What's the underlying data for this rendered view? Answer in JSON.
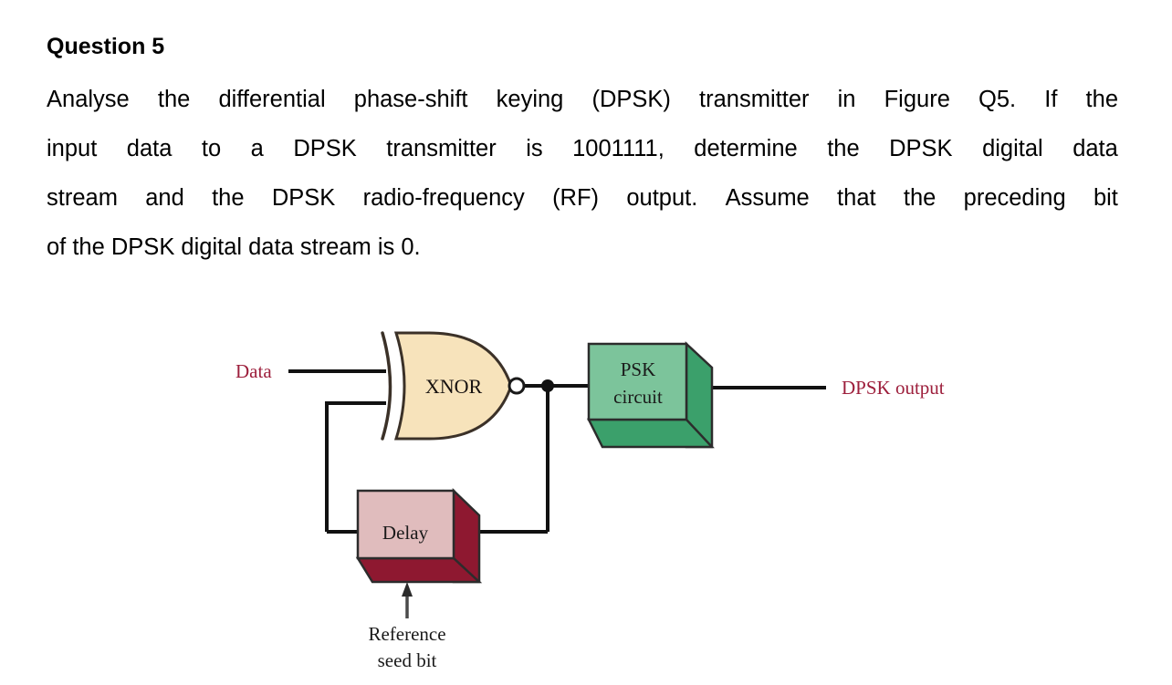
{
  "page": {
    "background": "#ffffff"
  },
  "question": {
    "heading": "Question 5",
    "body_lines": [
      "Analyse the differential phase-shift keying (DPSK) transmitter in Figure Q5. If the",
      "input data to a DPSK transmitter is 1001111, determine the DPSK digital data",
      "stream and the DPSK radio-frequency (RF) output. Assume that the preceding bit",
      "of the DPSK digital data stream is 0."
    ],
    "body_words": [
      [
        "Analyse",
        "the",
        "differential",
        "phase-shift",
        "keying",
        "(DPSK)",
        "transmitter",
        "in",
        "Figure",
        "Q5.",
        "If",
        "the"
      ],
      [
        "input",
        "data",
        "to",
        "a",
        "DPSK",
        "transmitter",
        "is",
        "1001111,",
        "determine",
        "the",
        "DPSK",
        "digital",
        "data"
      ],
      [
        "stream",
        "and",
        "the",
        "DPSK",
        "radio-frequency",
        "(RF)",
        "output.",
        "Assume",
        "that",
        "the",
        "preceding",
        "bit"
      ],
      [
        "of the DPSK digital data stream is 0."
      ]
    ],
    "input_data_sequence": "1001111",
    "preceding_bit": "0",
    "figure_reference": "Figure Q5"
  },
  "figure": {
    "name": "DPSK transmitter block diagram",
    "labels": {
      "data_input": "Data",
      "gate": "XNOR",
      "psk_line1": "PSK",
      "psk_line2": "circuit",
      "delay": "Delay",
      "dpsk_output": "DPSK output",
      "reference_line1": "Reference",
      "reference_line2": "seed bit"
    },
    "colors": {
      "gate_fill": "#f7e3bb",
      "gate_stroke": "#3b3128",
      "psk_front": "#7cc49b",
      "psk_side": "#3ba06b",
      "psk_stroke": "#2c2c2c",
      "delay_front": "#e0bcbd",
      "delay_side": "#8e1830",
      "delay_stroke": "#2c2c2c",
      "label_red": "#9d1f3c",
      "label_black": "#1a1a1a",
      "wire": "#111111",
      "arrow": "#4a4a4a"
    }
  }
}
